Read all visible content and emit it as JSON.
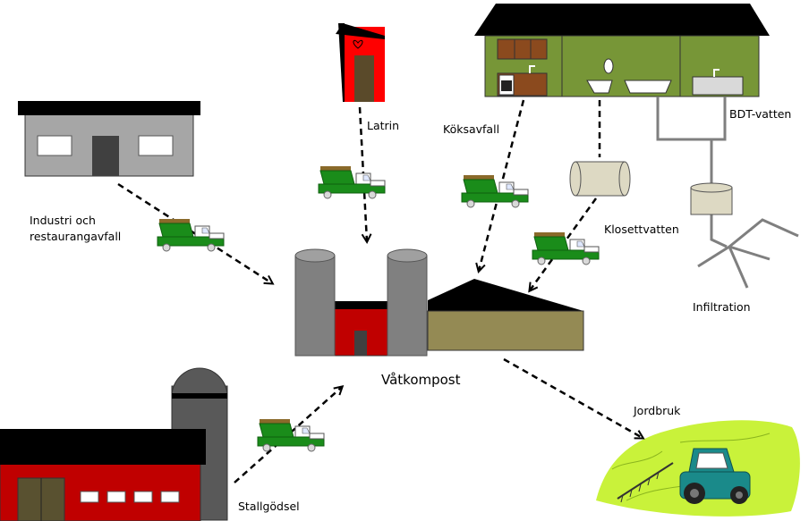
{
  "labels": {
    "latrin": "Latrin",
    "koksavfall": "Köksavfall",
    "bdt_vatten": "BDT-vatten",
    "industri_line1": "Industri och",
    "industri_line2": "restaurangavfall",
    "klosettvatten": "Klosettvatten",
    "infiltration": "Infiltration",
    "vatkompost": "Våtkompost",
    "jordbruk": "Jordbruk",
    "stallgodsel": "Stallgödsel"
  },
  "colors": {
    "roof_black": "#000000",
    "house_green": "#779637",
    "kitchen_brown": "#8b4a1e",
    "latrine_red": "#ff0000",
    "barn_red": "#c00000",
    "silo_gray": "#808080",
    "factory_gray": "#a6a6a6",
    "shed_olive": "#948a54",
    "truck_green": "#1a8c1a",
    "tank_beige": "#ddd9c3",
    "field_green": "#c9f23a",
    "tractor_teal": "#1a8a8a"
  }
}
